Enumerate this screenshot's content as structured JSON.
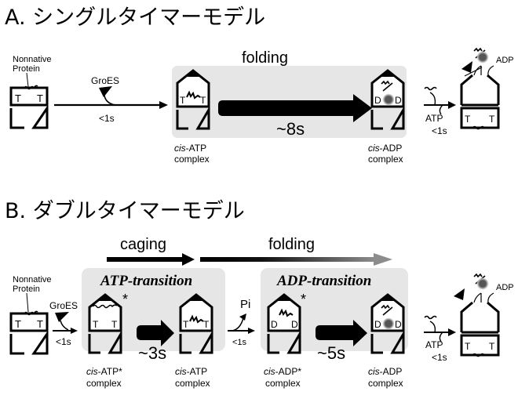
{
  "sectionA": {
    "title": "A.  シングルタイマーモデル",
    "nonnative_label": [
      "Nonnative",
      "Protein"
    ],
    "groes_label": "GroES",
    "bind_time": "<1s",
    "phase_label": "folding",
    "step_time": "~8s",
    "complex1": [
      "cis-ATP",
      "complex"
    ],
    "complex2": [
      "cis-ADP",
      "complex"
    ],
    "release_atp": "ATP",
    "release_time": "<1s",
    "adp_label": "ADP",
    "tt": "T",
    "dd": "D"
  },
  "sectionB": {
    "title": "B.  ダブルタイマーモデル",
    "nonnative_label": [
      "Nonnative",
      "Protein"
    ],
    "groes_label": "GroES",
    "bind_time": "<1s",
    "phase1_label": "caging",
    "phase2_label": "folding",
    "panel1_title": "ATP-transition",
    "panel2_title": "ADP-transition",
    "step1_time": "~3s",
    "step2_time": "~5s",
    "pi_label": "Pi",
    "pi_time": "<1s",
    "complex1": [
      "cis-ATP*",
      "complex"
    ],
    "complex2": [
      "cis-ATP",
      "complex"
    ],
    "complex3": [
      "cis-ADP*",
      "complex"
    ],
    "complex4": [
      "cis-ADP",
      "complex"
    ],
    "release_atp": "ATP",
    "release_time": "<1s",
    "adp_label": "ADP",
    "star": "*"
  },
  "colors": {
    "panel_bg": "#e6e6e6",
    "ink": "#000000",
    "gradient_end": "#8c8c8c"
  }
}
